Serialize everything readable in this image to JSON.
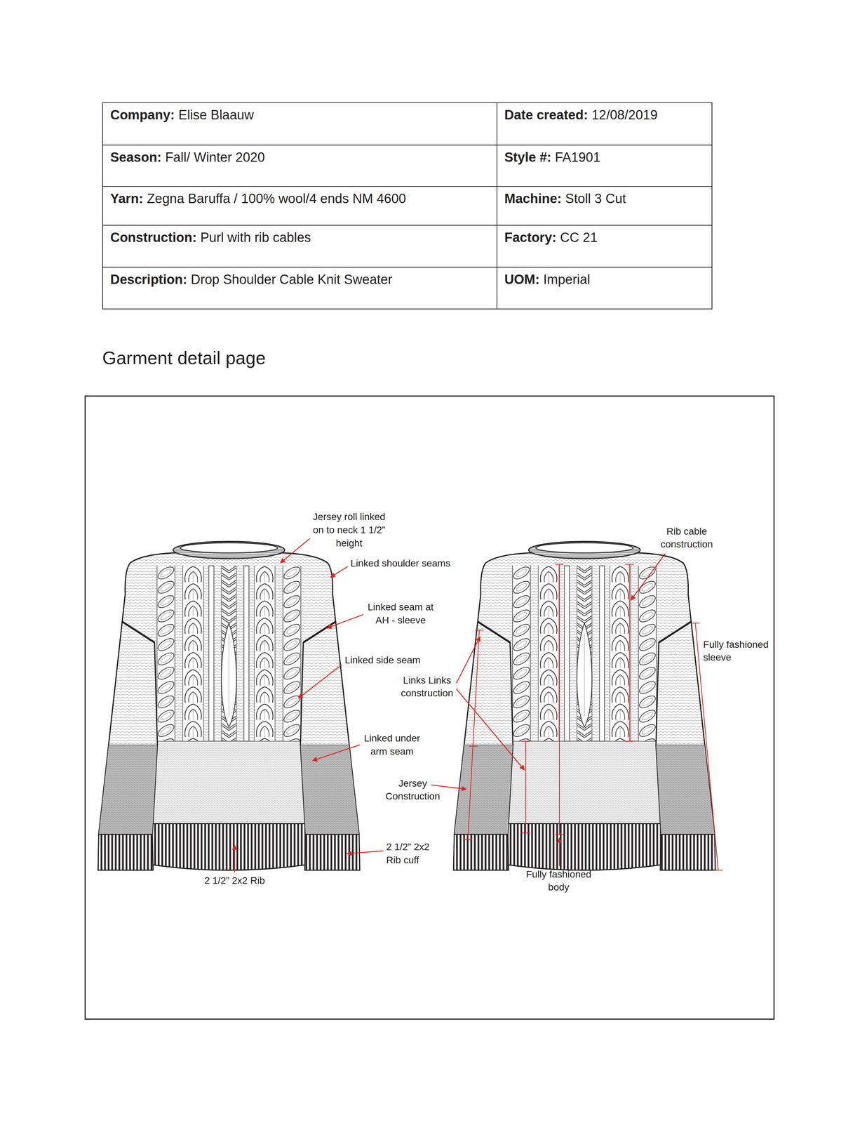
{
  "diagram": {
    "title": "Garment detail page",
    "nodes": [
      {
        "text": [
          "Company:",
          "Elise Blaauw"
        ]
      },
      {
        "text": [
          "Date created:",
          "12/08/2019"
        ]
      },
      {
        "text": [
          "Season:",
          "Fall/ Winter 2020"
        ]
      },
      {
        "text": [
          "Style #:",
          "FA1901"
        ]
      },
      {
        "text": [
          "Yarn:",
          "Zegna Baruffa / 100% wool/4 ends NM 4600"
        ]
      },
      {
        "text": [
          "Machine:",
          "Stoll 3 Cut"
        ]
      },
      {
        "text": [
          "Construction:",
          "Purl with rib cables"
        ]
      },
      {
        "text": [
          "Factory:",
          "CC 21"
        ]
      },
      {
        "text": [
          "Description:",
          "Drop Shoulder Cable Knit Sweater"
        ]
      },
      {
        "text": [
          "UOM:",
          "Imperial"
        ]
      }
    ],
    "labels": [
      "Jersey roll linked on to neck 1 1/2” height",
      "Rib cable construction",
      "Linked shoulder seams",
      "Linked seam at AH - sleeve",
      "Fully fashioned sleeve",
      "Linked side seam",
      "Links Links construction",
      "Linked under arm seam",
      "Jersey Construction",
      "2 1/2” 2x2 Rib cuff",
      "2 1/2” 2x2 Rib",
      "Fully fashioned body"
    ]
  }
}
